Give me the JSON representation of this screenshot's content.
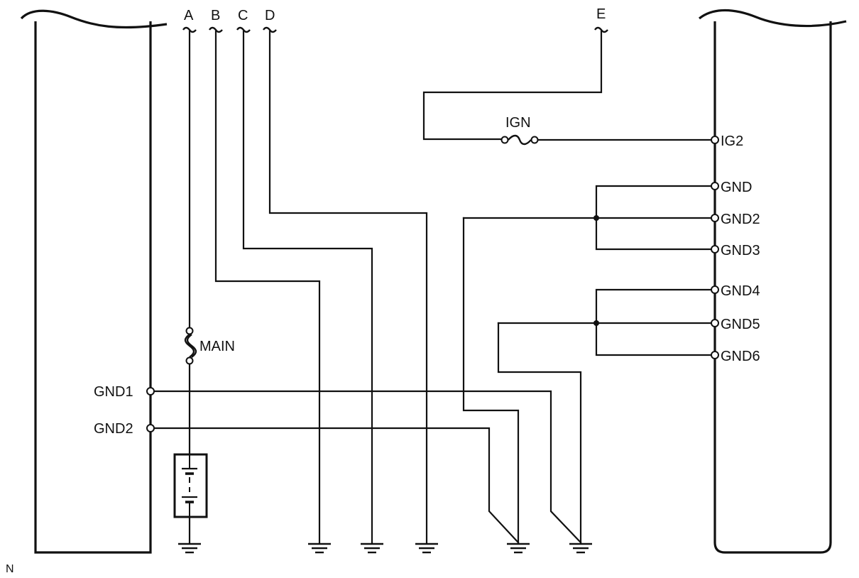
{
  "wire_labels": {
    "a": "A",
    "b": "B",
    "c": "C",
    "d": "D",
    "e": "E"
  },
  "fuses": {
    "main": "MAIN",
    "ign": "IGN"
  },
  "left_terminals": {
    "gnd1": "GND1",
    "gnd2": "GND2"
  },
  "right_terminals": {
    "ig2": "IG2",
    "gnd": "GND",
    "gnd2": "GND2",
    "gnd3": "GND3",
    "gnd4": "GND4",
    "gnd5": "GND5",
    "gnd6": "GND6"
  },
  "corner_mark": "N"
}
